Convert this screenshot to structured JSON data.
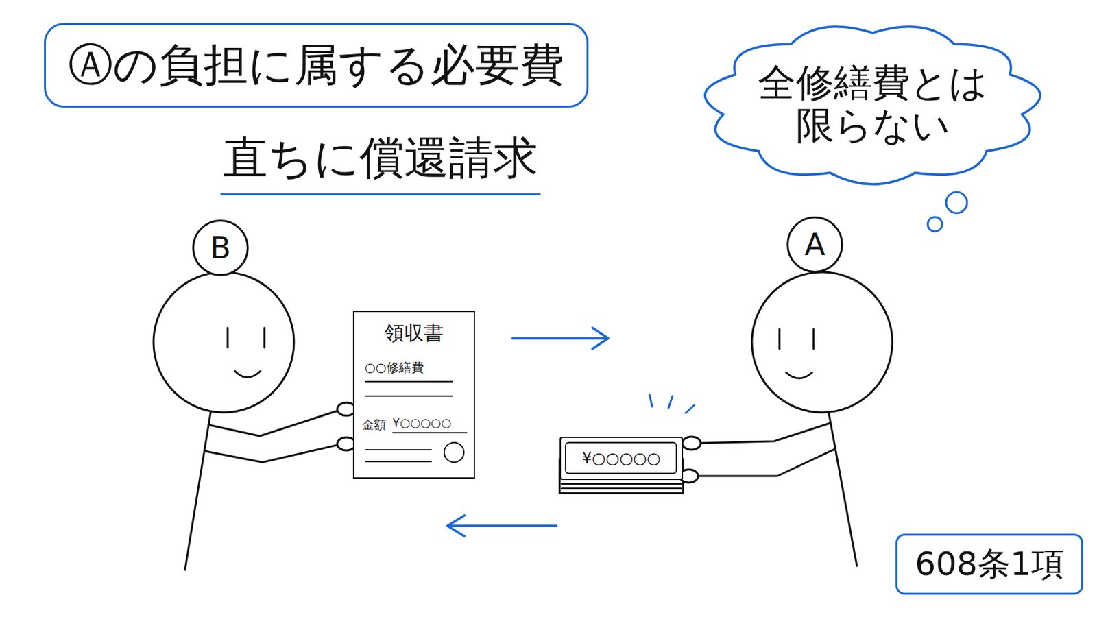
{
  "diagram": {
    "nodes": [
      {
        "text": [
          "Ⓐの負担に属する必要費"
        ]
      },
      {
        "text": [
          "全修繕費とは 限らない"
        ]
      },
      {
        "text": [
          "B"
        ]
      },
      {
        "text": [
          "A"
        ]
      },
      {
        "text": [
          "領収書",
          "○○修繕費",
          "金額",
          "¥○○○○○"
        ]
      },
      {
        "text": [
          "¥○○○○○"
        ]
      },
      {
        "text": [
          "608条1項"
        ]
      }
    ],
    "labels": [
      "直ちに償還請求"
    ]
  }
}
